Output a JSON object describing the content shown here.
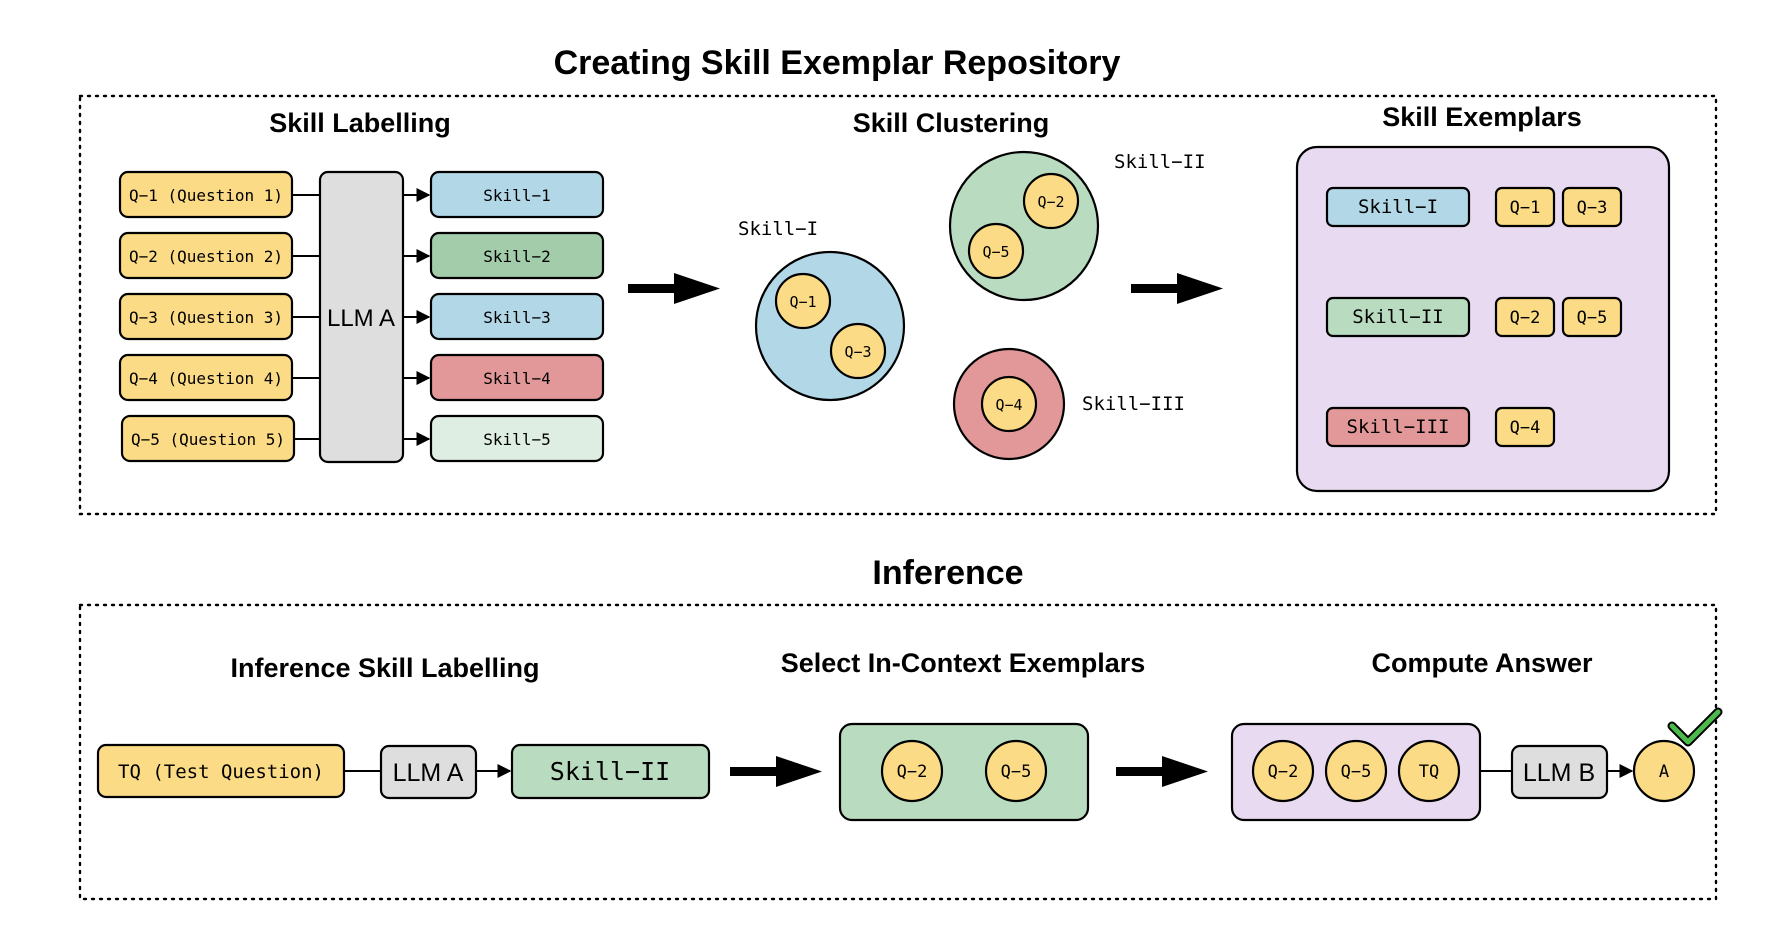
{
  "colors": {
    "yellow": "#fbdb85",
    "light_blue": "#b2d8e8",
    "green": "#b9dcc0",
    "mid_green": "#a3ccab",
    "red": "#e29898",
    "pale_green": "#dfeee2",
    "gray": "#dedede",
    "lavender": "#e8daf0",
    "check_green": "#4bb94b"
  },
  "repository": {
    "title": "Creating Skill Exemplar Repository",
    "labelling": {
      "title": "Skill Labelling",
      "llm": "LLM A",
      "questions": [
        "Q−1 (Question 1)",
        "Q−2 (Question 2)",
        "Q−3 (Question 3)",
        "Q−4 (Question 4)",
        "Q−5 (Question 5)"
      ],
      "skills": [
        "Skill−1",
        "Skill−2",
        "Skill−3",
        "Skill−4",
        "Skill−5"
      ]
    },
    "clustering": {
      "title": "Skill Clustering",
      "clusters": [
        {
          "label": "Skill−I",
          "members": [
            "Q−1",
            "Q−3"
          ]
        },
        {
          "label": "Skill−II",
          "members": [
            "Q−2",
            "Q−5"
          ]
        },
        {
          "label": "Skill−III",
          "members": [
            "Q−4"
          ]
        }
      ]
    },
    "exemplars": {
      "title": "Skill Exemplars",
      "rows": [
        {
          "skill": "Skill−I",
          "questions": [
            "Q−1",
            "Q−3"
          ]
        },
        {
          "skill": "Skill−II",
          "questions": [
            "Q−2",
            "Q−5"
          ]
        },
        {
          "skill": "Skill−III",
          "questions": [
            "Q−4"
          ]
        }
      ]
    }
  },
  "inference": {
    "title": "Inference",
    "labelling": {
      "title": "Inference Skill Labelling",
      "test_question": "TQ (Test Question)",
      "llm": "LLM A",
      "skill": "Skill−II"
    },
    "select": {
      "title": "Select In-Context Exemplars",
      "exemplars": [
        "Q−2",
        "Q−5"
      ]
    },
    "compute": {
      "title": "Compute Answer",
      "inputs": [
        "Q−2",
        "Q−5",
        "TQ"
      ],
      "llm": "LLM B",
      "answer": "A"
    }
  }
}
